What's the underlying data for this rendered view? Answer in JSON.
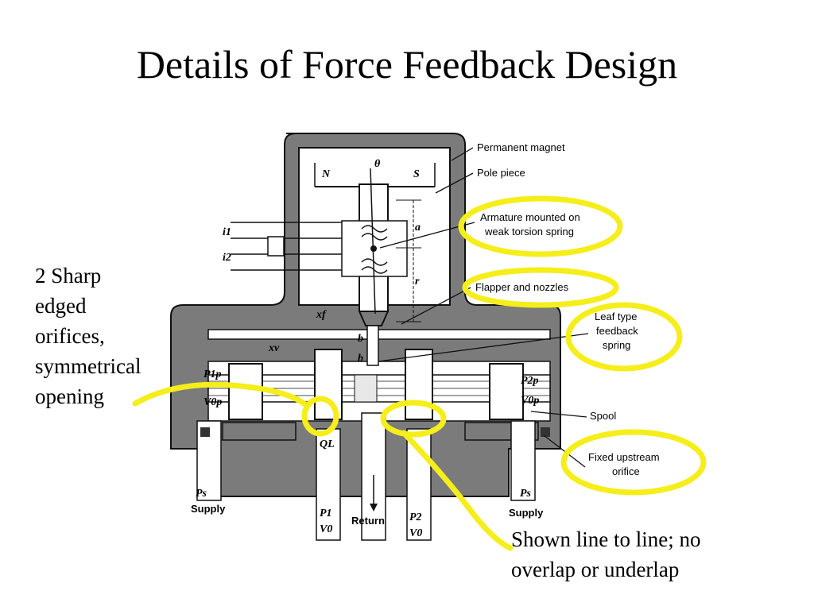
{
  "slide": {
    "title": "Details of Force Feedback Design",
    "left_note": [
      "2 Sharp",
      "edged",
      "orifices,",
      "symmetrical",
      "opening"
    ],
    "bottom_note": [
      "Shown line to line; no",
      "overlap or underlap"
    ]
  },
  "diagram": {
    "callouts": {
      "permanent_magnet": "Permanent magnet",
      "pole_piece": "Pole piece",
      "armature": [
        "Armature mounted on",
        "weak torsion spring"
      ],
      "flapper": "Flapper and nozzles",
      "leaf_spring": [
        "Leaf type",
        "feedback",
        "spring"
      ],
      "spool": "Spool",
      "fixed_orifice": [
        "Fixed upstream",
        "orifice"
      ]
    },
    "labels": {
      "north": "N",
      "south": "S",
      "theta": "θ",
      "a": "a",
      "r": "r",
      "b1": "b",
      "b2": "b",
      "i1": "i1",
      "i2": "i2",
      "xf": "xf",
      "xv": "xv",
      "p1p": "P1p",
      "v0p_left": "V0p",
      "p2p": "P2p",
      "v0p_right": "V0p",
      "ql": "QL",
      "ps_left": "Ps",
      "supply_left": "Supply",
      "ps_right": "Ps",
      "supply_right": "Supply",
      "p1": "P1",
      "v0_left": "V0",
      "return": "Return",
      "p2": "P2",
      "v0_right": "V0"
    },
    "highlight_color": "#f5ee1a"
  }
}
